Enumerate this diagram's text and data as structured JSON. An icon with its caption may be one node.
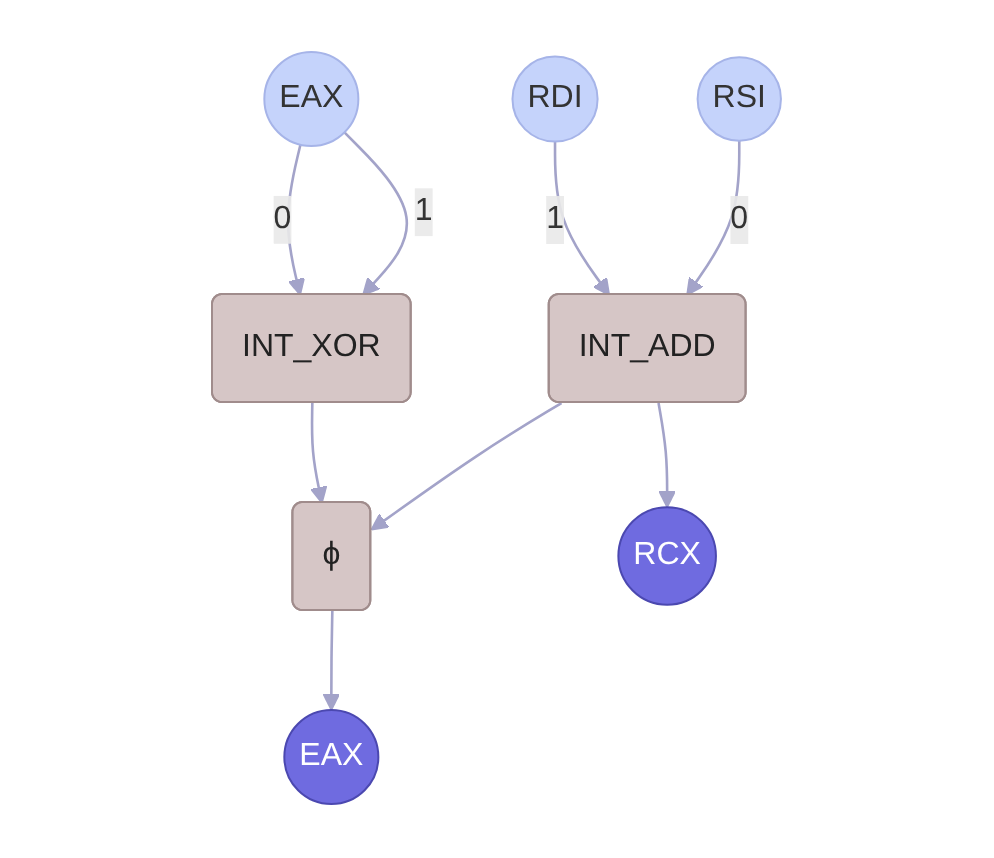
{
  "diagram": {
    "nodes": [
      {
        "text": [
          "EAX"
        ]
      },
      {
        "text": [
          "INT_XOR"
        ]
      },
      {
        "text": [
          "RCX"
        ]
      },
      {
        "text": [
          "ϕ"
        ]
      },
      {
        "text": [
          "INT_ADD"
        ]
      },
      {
        "text": [
          "EAX"
        ]
      },
      {
        "text": [
          "RDI"
        ]
      },
      {
        "text": [
          "RSI"
        ]
      }
    ],
    "edges": [
      {
        "from": 0,
        "to": 1,
        "arrow": "to",
        "label": "0"
      },
      {
        "from": 0,
        "to": 1,
        "arrow": "to",
        "label": "1"
      },
      {
        "from": 1,
        "to": 3,
        "arrow": "to"
      },
      {
        "from": 4,
        "to": 3,
        "arrow": "to"
      },
      {
        "from": 4,
        "to": 2,
        "arrow": "to"
      },
      {
        "from": 3,
        "to": 5,
        "arrow": "to"
      },
      {
        "from": 6,
        "to": 4,
        "arrow": "to",
        "label": "1"
      },
      {
        "from": 7,
        "to": 4,
        "arrow": "to",
        "label": "0"
      }
    ]
  }
}
